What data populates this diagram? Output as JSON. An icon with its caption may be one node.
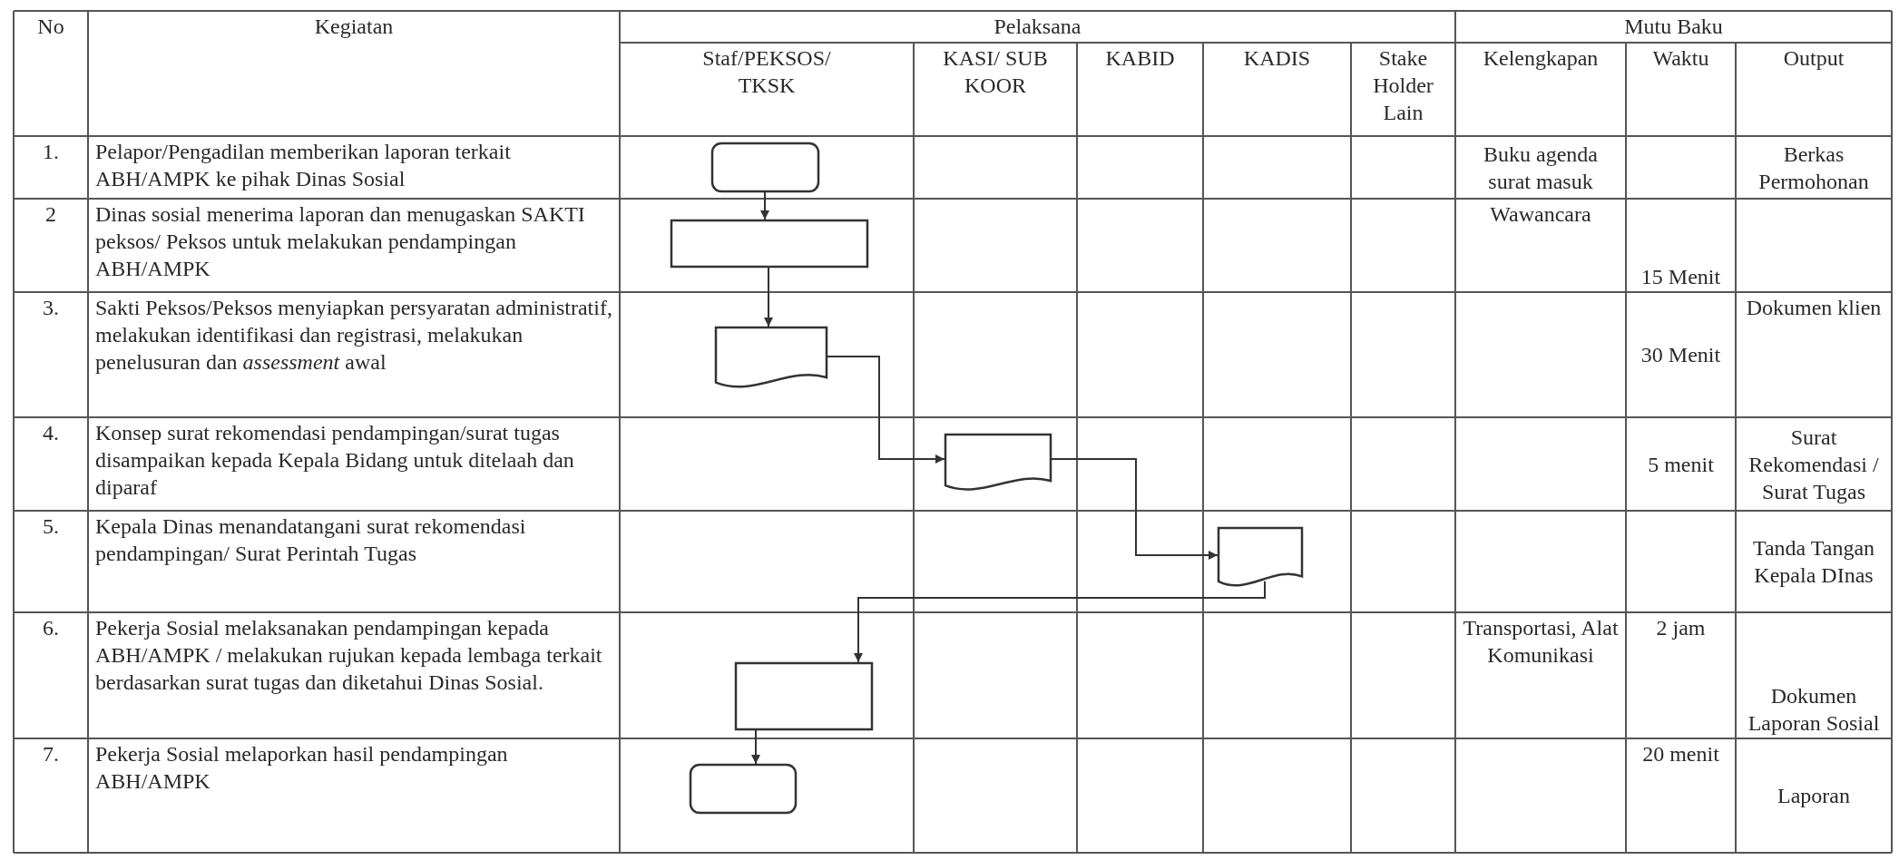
{
  "diagram": {
    "nodes": [
      {
        "text": [],
        "shape": "box"
      },
      {
        "text": [],
        "shape": "box"
      },
      {
        "text": [],
        "shape": "document"
      },
      {
        "text": [],
        "shape": "document"
      },
      {
        "text": [],
        "shape": "document"
      },
      {
        "text": [],
        "shape": "box"
      },
      {
        "text": [],
        "shape": "box"
      }
    ],
    "edges": [
      {
        "from": 0,
        "to": 1,
        "arrow": "to"
      },
      {
        "from": 1,
        "to": 2,
        "arrow": "to"
      },
      {
        "from": 2,
        "to": 3,
        "arrow": "to"
      },
      {
        "from": 3,
        "to": 4,
        "arrow": "to"
      },
      {
        "from": 4,
        "to": 5,
        "arrow": "to"
      },
      {
        "from": 5,
        "to": 6,
        "arrow": "to"
      }
    ],
    "labels": [
      "No",
      "Kegiatan",
      "Pelaksana",
      "Mutu Baku",
      "Staf/PEKSOS/ TKSK",
      "KASI/ SUB KOOR",
      "KABID",
      "KADIS",
      "Stake Holder Lain",
      "Kelengkapan",
      "Waktu",
      "Output",
      "1.",
      "Pelapor/Pengadilan memberikan laporan terkait ABH/AMPK ke pihak Dinas Sosial",
      "Buku agenda surat masuk",
      "Berkas Permohonan",
      "2",
      "Dinas sosial menerima laporan dan menugaskan SAKTI peksos/ Peksos untuk melakukan pendampingan ABH/AMPK",
      "Wawancara",
      "15 Menit",
      "3.",
      "Sakti Peksos/Peksos menyiapkan persyaratan administratif, melakukan identifikasi dan registrasi, melakukan penelusuran dan *assessment* awal",
      "30 Menit",
      "Dokumen klien",
      "4.",
      "Konsep surat rekomendasi pendampingan/surat tugas disampaikan kepada Kepala Bidang untuk ditelaah dan diparaf",
      "5 menit",
      "Surat Rekomendasi / Surat Tugas",
      "5.",
      "Kepala Dinas menandatangani surat rekomendasi pendampingan/ Surat Perintah Tugas",
      "Tanda Tangan Kepala DInas",
      "6.",
      "Pekerja Sosial melaksanakan pendampingan kepada ABH/AMPK / melakukan rujukan kepada lembaga terkait berdasarkan surat tugas dan diketahui Dinas Sosial.",
      "Transportasi, Alat Komunikasi",
      "2 jam",
      "Dokumen Laporan Sosial",
      "7.",
      "Pekerja Sosial melaporkan hasil pendampingan ABH/AMPK",
      "20 menit",
      "Laporan"
    ]
  }
}
